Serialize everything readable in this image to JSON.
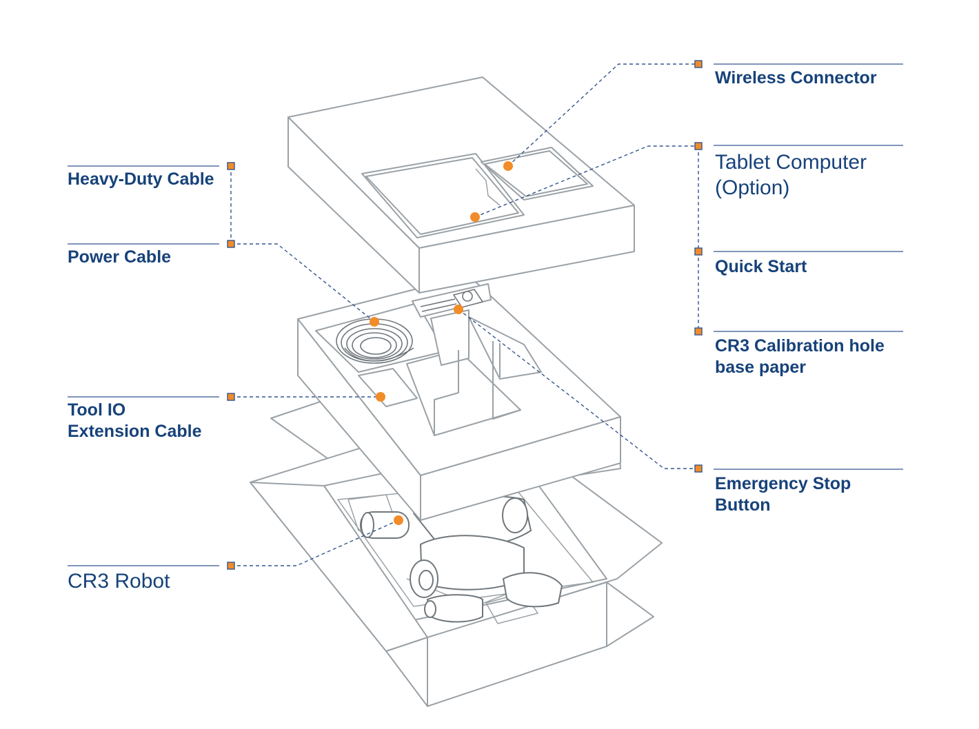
{
  "colors": {
    "label": "#17427a",
    "leader_line": "#34558f",
    "accent_dot": "#f28c28",
    "outline": "#9aa1a6",
    "background": "#ffffff"
  },
  "labels": {
    "wireless_connector": [
      "Wireless Connector"
    ],
    "tablet_computer": [
      "Tablet Computer",
      "(Option)"
    ],
    "quick_start": [
      "Quick Start"
    ],
    "calibration_paper": [
      "CR3 Calibration hole",
      "base paper"
    ],
    "emergency_stop": [
      "Emergency Stop",
      "Button"
    ],
    "heavy_duty_cable": [
      "Heavy-Duty Cable"
    ],
    "power_cable": [
      "Power Cable"
    ],
    "tool_io_cable": [
      "Tool IO",
      "Extension Cable"
    ],
    "cr3_robot": [
      "CR3 Robot"
    ]
  }
}
